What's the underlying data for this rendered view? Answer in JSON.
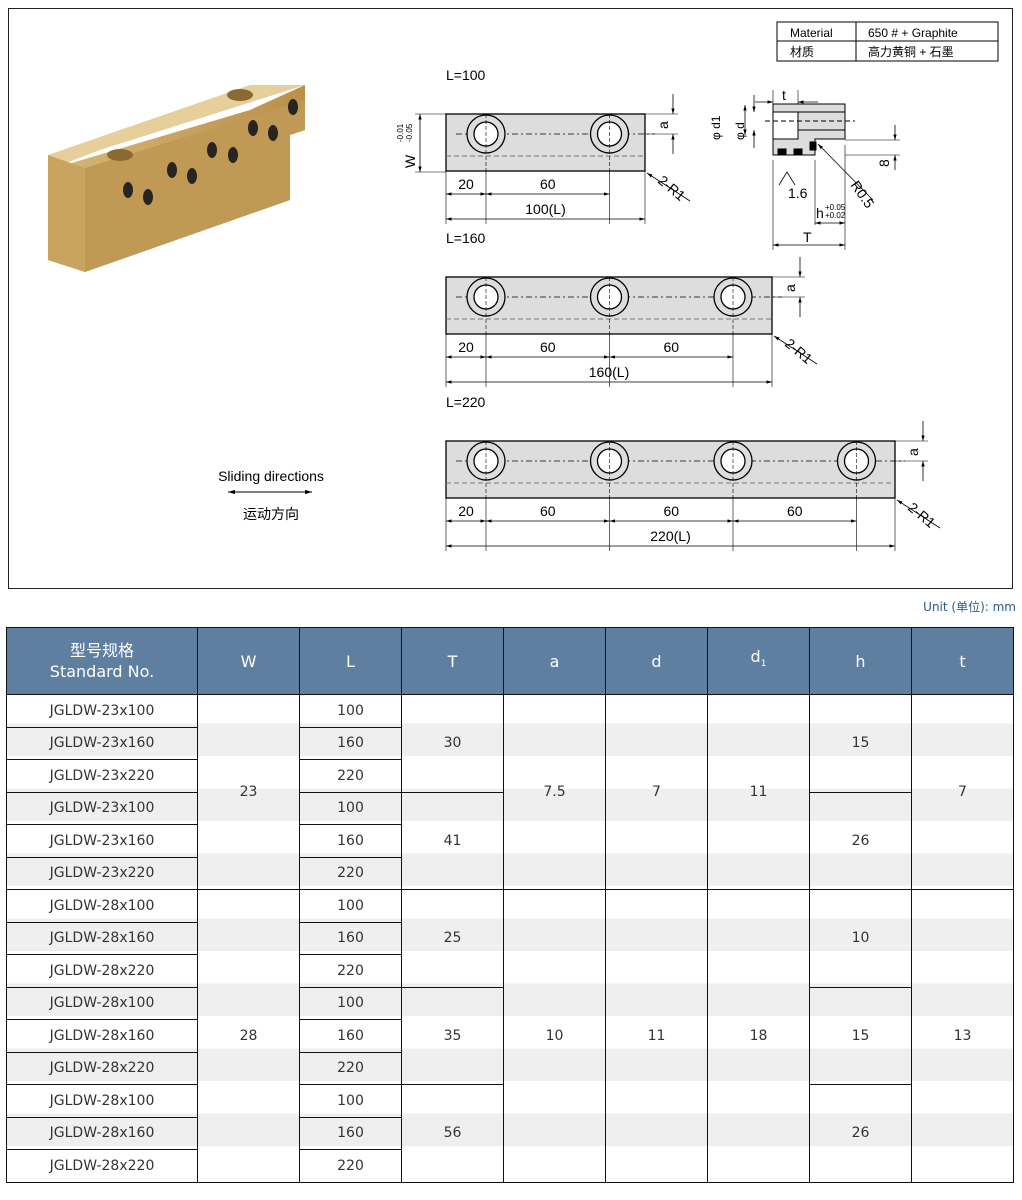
{
  "material_table": {
    "label_en": "Material",
    "value_en": "650 # + Graphite",
    "label_cn": "材质",
    "value_cn": "高力黄铜 + 石墨"
  },
  "drawing": {
    "views": [
      {
        "title": "L=100",
        "dims": [
          "20",
          "60"
        ],
        "total": "100(L)"
      },
      {
        "title": "L=160",
        "dims": [
          "20",
          "60",
          "60"
        ],
        "total": "160(L)"
      },
      {
        "title": "L=220",
        "dims": [
          "20",
          "60",
          "60",
          "60"
        ],
        "total": "220(L)"
      }
    ],
    "w_label": "W",
    "w_tol_upper": "-0.01",
    "w_tol_lower": "-0.05",
    "a_label": "a",
    "radius_label": "2-R1",
    "side": {
      "t": "t",
      "d1": "φ d1",
      "d": "φ d",
      "eight": "8",
      "roughness": "1.6",
      "r": "R0.5",
      "h": "h",
      "h_tol_upper": "+0.05",
      "h_tol_lower": "+0.02",
      "T": "T"
    },
    "sliding_en": "Sliding directions",
    "sliding_cn": "运动方向"
  },
  "unit": "Unit (单位): mm",
  "table": {
    "headers": {
      "std_cn": "型号规格",
      "std_en": "Standard No.",
      "W": "W",
      "L": "L",
      "T": "T",
      "a": "a",
      "d": "d",
      "d1": "d",
      "d1_sub": "1",
      "h": "h",
      "t": "t"
    },
    "models": [
      "JGLDW-23x100",
      "JGLDW-23x160",
      "JGLDW-23x220",
      "JGLDW-23x100",
      "JGLDW-23x160",
      "JGLDW-23x220",
      "JGLDW-28x100",
      "JGLDW-28x160",
      "JGLDW-28x220",
      "JGLDW-28x100",
      "JGLDW-28x160",
      "JGLDW-28x220",
      "JGLDW-28x100",
      "JGLDW-28x160",
      "JGLDW-28x220"
    ],
    "L": [
      "100",
      "160",
      "220",
      "100",
      "160",
      "220",
      "100",
      "160",
      "220",
      "100",
      "160",
      "220",
      "100",
      "160",
      "220"
    ],
    "W": [
      "23",
      "28"
    ],
    "T": [
      "30",
      "41",
      "25",
      "35",
      "56"
    ],
    "a": [
      "7.5",
      "10"
    ],
    "d": [
      "7",
      "11"
    ],
    "d1": [
      "11",
      "18"
    ],
    "h": [
      "15",
      "26",
      "10",
      "15",
      "26"
    ],
    "t": [
      "7",
      "13"
    ]
  }
}
